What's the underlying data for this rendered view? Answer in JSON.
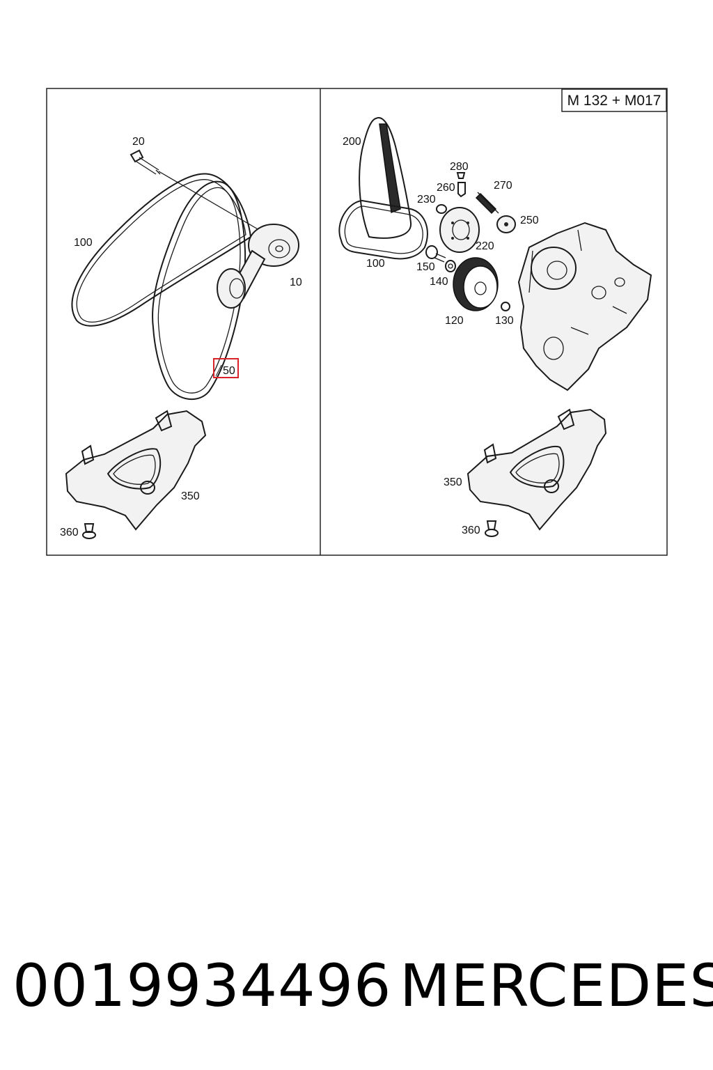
{
  "diagram": {
    "model_code": "M 132 + M017",
    "left_panel": {
      "callouts": [
        "20",
        "100",
        "10",
        "50",
        "350",
        "360"
      ],
      "highlighted_callout": "50",
      "highlight_color": "#d9222a"
    },
    "right_panel": {
      "callouts": [
        "200",
        "280",
        "270",
        "260",
        "230",
        "250",
        "220",
        "100",
        "150",
        "140",
        "120",
        "130",
        "350",
        "360"
      ]
    }
  },
  "footer": {
    "part_number": "0019934496",
    "brand": "MERCEDES"
  }
}
